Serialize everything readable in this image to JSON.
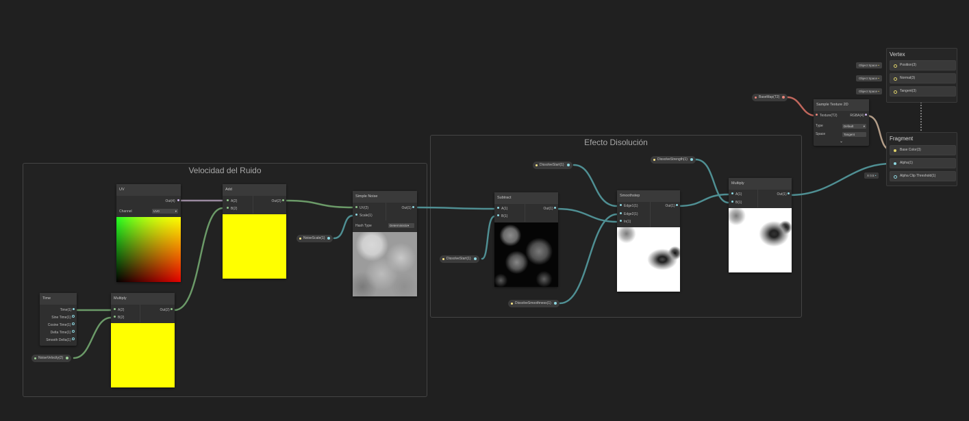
{
  "groups": {
    "velocity": {
      "title": "Velocidad del Ruido"
    },
    "dissolve": {
      "title": "Efecto Disolución"
    }
  },
  "nodes": {
    "uv": {
      "title": "UV",
      "out": "Out(4)",
      "channel_label": "Channel",
      "channel_value": "UV0"
    },
    "add": {
      "title": "Add",
      "in_a": "A(2)",
      "in_b": "B(2)",
      "out": "Out(2)"
    },
    "noise": {
      "title": "Simple Noise",
      "in_uv": "UV(2)",
      "in_scale": "Scale(1)",
      "out": "Out(1)",
      "hash_label": "Hash Type",
      "hash_value": "Deterministic"
    },
    "time": {
      "title": "Time",
      "outputs": [
        "Time(1)",
        "Sine Time(1)",
        "Cosine Time(1)",
        "Delta Time(1)",
        "Smooth Delta(1)"
      ]
    },
    "multiply1": {
      "title": "Multiply",
      "in_a": "A(2)",
      "in_b": "B(2)",
      "out": "Out(2)"
    },
    "subtract": {
      "title": "Subtract",
      "in_a": "A(1)",
      "in_b": "B(1)",
      "out": "Out(1)"
    },
    "smoothstep": {
      "title": "Smoothstep",
      "in_edge1": "Edge1(1)",
      "in_edge2": "Edge2(1)",
      "in_in": "In(1)",
      "out": "Out(1)"
    },
    "multiply2": {
      "title": "Multiply",
      "in_a": "A(1)",
      "in_b": "B(1)",
      "out": "Out(1)"
    },
    "sampler": {
      "title": "Sample Texture 2D",
      "in_texture": "Texture(T2)",
      "out": "RGBA(4)",
      "type_label": "Type",
      "type_value": "Default",
      "space_label": "Space",
      "space_value": "Tangent"
    }
  },
  "properties": {
    "noise_velocity": "NoiseVelocity(2)",
    "noise_scale": "NoiseScale(1)",
    "dissolve_start_top": "DissolveStart(1)",
    "dissolve_start_left": "DissolveStart(1)",
    "dissolve_smoothness": "DissolveSmoothness(1)",
    "dissolve_strength": "DissolveStrength(1)",
    "base_map": "BaseMap(T2)"
  },
  "master": {
    "vertex": {
      "title": "Vertex",
      "slots": [
        "Position(3)",
        "Normal(3)",
        "Tangent(3)"
      ],
      "contexts": [
        "Object Space",
        "Object Space",
        "Object Space"
      ]
    },
    "fragment": {
      "title": "Fragment",
      "slots": [
        "Base Color(3)",
        "Alpha(1)",
        "Alpha Clip Threshold(1)"
      ],
      "threshold_axis": "X",
      "threshold_value": "0.5"
    }
  },
  "colors": {
    "background": "#202020",
    "wire_float": "#4f8f93",
    "wire_vector2": "#6b9a68",
    "wire_vector4": "#9a8aa0",
    "wire_texture": "#c0665c",
    "preview_yellow": "#ffff00"
  }
}
